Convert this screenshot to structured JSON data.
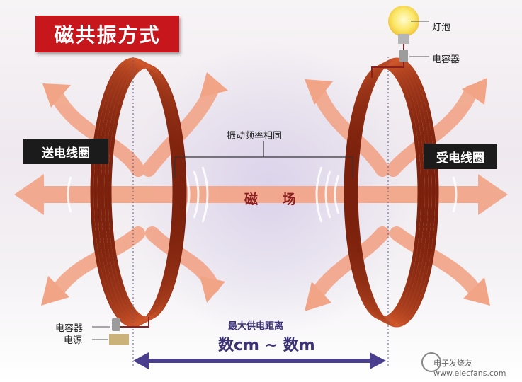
{
  "title": "磁共振方式",
  "labels": {
    "send_coil": "送电线圈",
    "receive_coil": "受电线圈",
    "bulb": "灯泡",
    "capacitor_top": "电容器",
    "capacitor_bottom": "电容器",
    "power_source": "电源",
    "same_frequency": "振动频率相同",
    "magnetic_field": "磁 场",
    "max_distance": "最大供电距离",
    "distance_range": "数cm ~ 数m"
  },
  "watermark": {
    "text": "电子发烧友 www.elecfans.com"
  },
  "colors": {
    "title_bg": "#c8161d",
    "arrow": "#f2a487",
    "coil": "#b43a1a",
    "distance_arrow": "#4a3f8f",
    "label_bg": "#1b1b1b"
  }
}
